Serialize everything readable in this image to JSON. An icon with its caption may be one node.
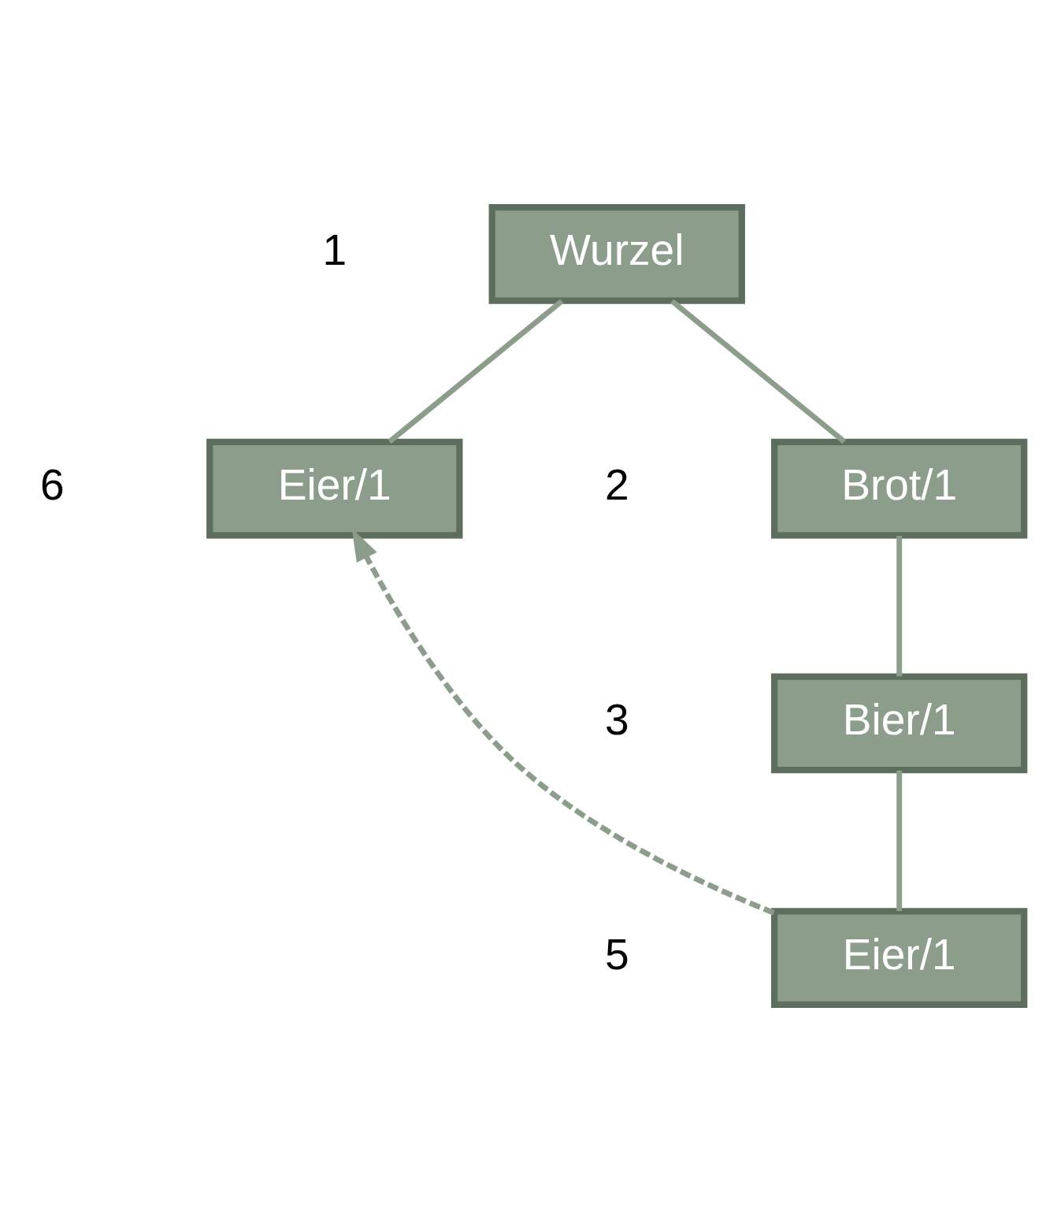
{
  "diagram": {
    "nodes": [
      {
        "text": [
          "Wurzel"
        ],
        "beside": [
          "1"
        ]
      },
      {
        "text": [
          "Brot/1"
        ],
        "beside": [
          "2"
        ]
      },
      {
        "text": [
          "Eier/1"
        ],
        "beside": [
          "6"
        ]
      },
      {
        "text": [
          "Bier/1"
        ],
        "beside": [
          "3"
        ]
      },
      {
        "text": [
          "Eier/1"
        ],
        "beside": [
          "5"
        ]
      }
    ],
    "edges": [
      {
        "from": 0,
        "to": 1,
        "arrow": "none"
      },
      {
        "from": 0,
        "to": 2,
        "arrow": "none"
      },
      {
        "from": 1,
        "to": 3,
        "arrow": "none"
      },
      {
        "from": 3,
        "to": 4,
        "arrow": "none"
      },
      {
        "from": 4,
        "to": 2,
        "arrow": "to",
        "style": "dashed"
      }
    ]
  }
}
